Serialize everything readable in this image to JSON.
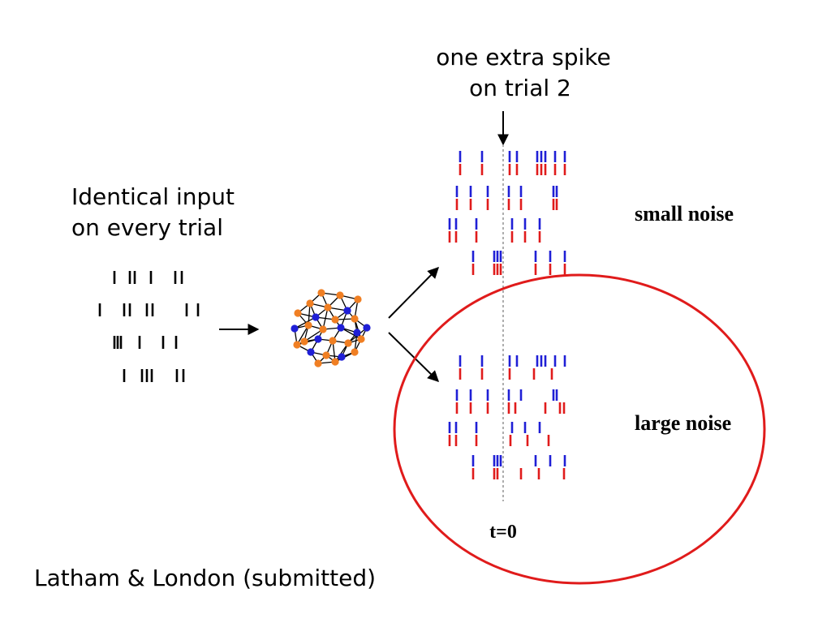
{
  "annotation": {
    "line1": "one extra spike",
    "line2": "on trial 2"
  },
  "input_label": {
    "line1": "Identical input",
    "line2": "on every trial"
  },
  "small_noise_label": "small noise",
  "large_noise_label": "large noise",
  "time_label": "t=0",
  "citation": "Latham & London (submitted)",
  "colors": {
    "trial1_spikes": "#1f1fd6",
    "trial2_spikes": "#e01b1b",
    "input_spikes": "#000000",
    "network_orange": "#f07f23",
    "network_blue": "#1f1fd6",
    "highlight_ellipse": "#e01b1b",
    "t0_line": "#777777"
  }
}
